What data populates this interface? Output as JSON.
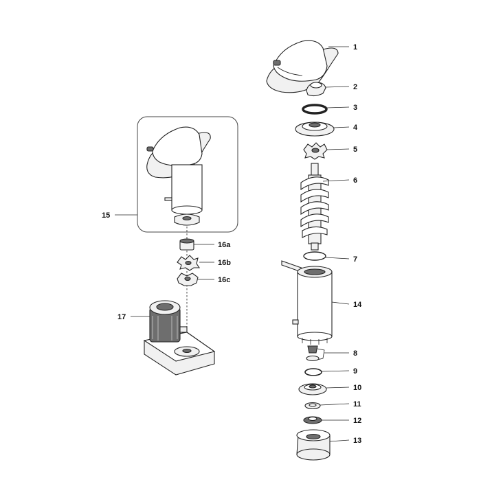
{
  "labels": {
    "p1": "1",
    "p2": "2",
    "p3": "3",
    "p4": "4",
    "p5": "5",
    "p6": "6",
    "p7": "7",
    "p8": "8",
    "p9": "9",
    "p10": "10",
    "p11": "11",
    "p12": "12",
    "p13": "13",
    "p14": "14",
    "p15": "15",
    "p16a": "16a",
    "p16b": "16b",
    "p16c": "16c",
    "p17": "17"
  },
  "colors": {
    "line": "#222222",
    "part_fill": "#f1f1f1",
    "motor_fill": "#6e6e6e",
    "background": "#ffffff"
  }
}
